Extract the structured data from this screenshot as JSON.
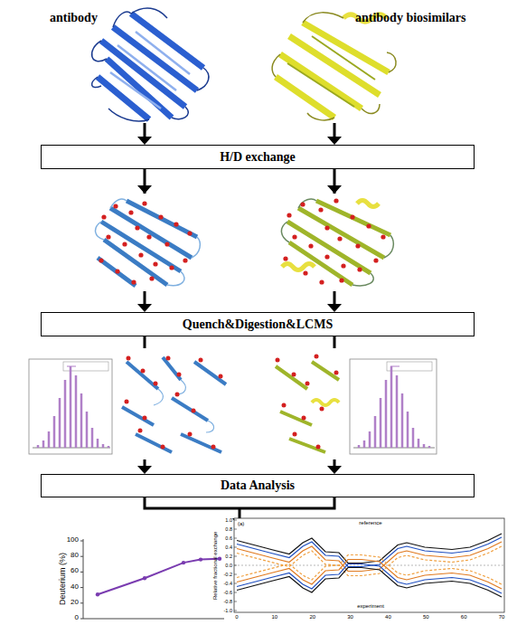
{
  "diagram": {
    "nodes": [
      {
        "text": [
          "H/D exchange"
        ]
      },
      {
        "text": [
          "Quench&Digestion&LCMS"
        ]
      },
      {
        "text": [
          "Data Analysis"
        ]
      }
    ],
    "edges": [
      {
        "from": 0,
        "to": 1,
        "arrow": "to"
      },
      {
        "from": 0,
        "to": 1,
        "arrow": "to"
      },
      {
        "from": 1,
        "to": 2,
        "arrow": "to"
      },
      {
        "from": 1,
        "to": 2,
        "arrow": "to"
      }
    ],
    "labels": [
      "antibody",
      "antibody biosimilars",
      "Deuterium (%)",
      "100",
      "80",
      "60",
      "40",
      "20",
      "0",
      "reference",
      "experiment",
      "(a)",
      "Relative fractional exchange",
      "1.0",
      "0.8",
      "0.6",
      "0.4",
      "0.2",
      "0.0",
      "-0.2",
      "-0.4",
      "-0.6",
      "-0.8",
      "-1.0",
      "0",
      "10",
      "20",
      "30",
      "40",
      "50",
      "60",
      "70"
    ]
  }
}
